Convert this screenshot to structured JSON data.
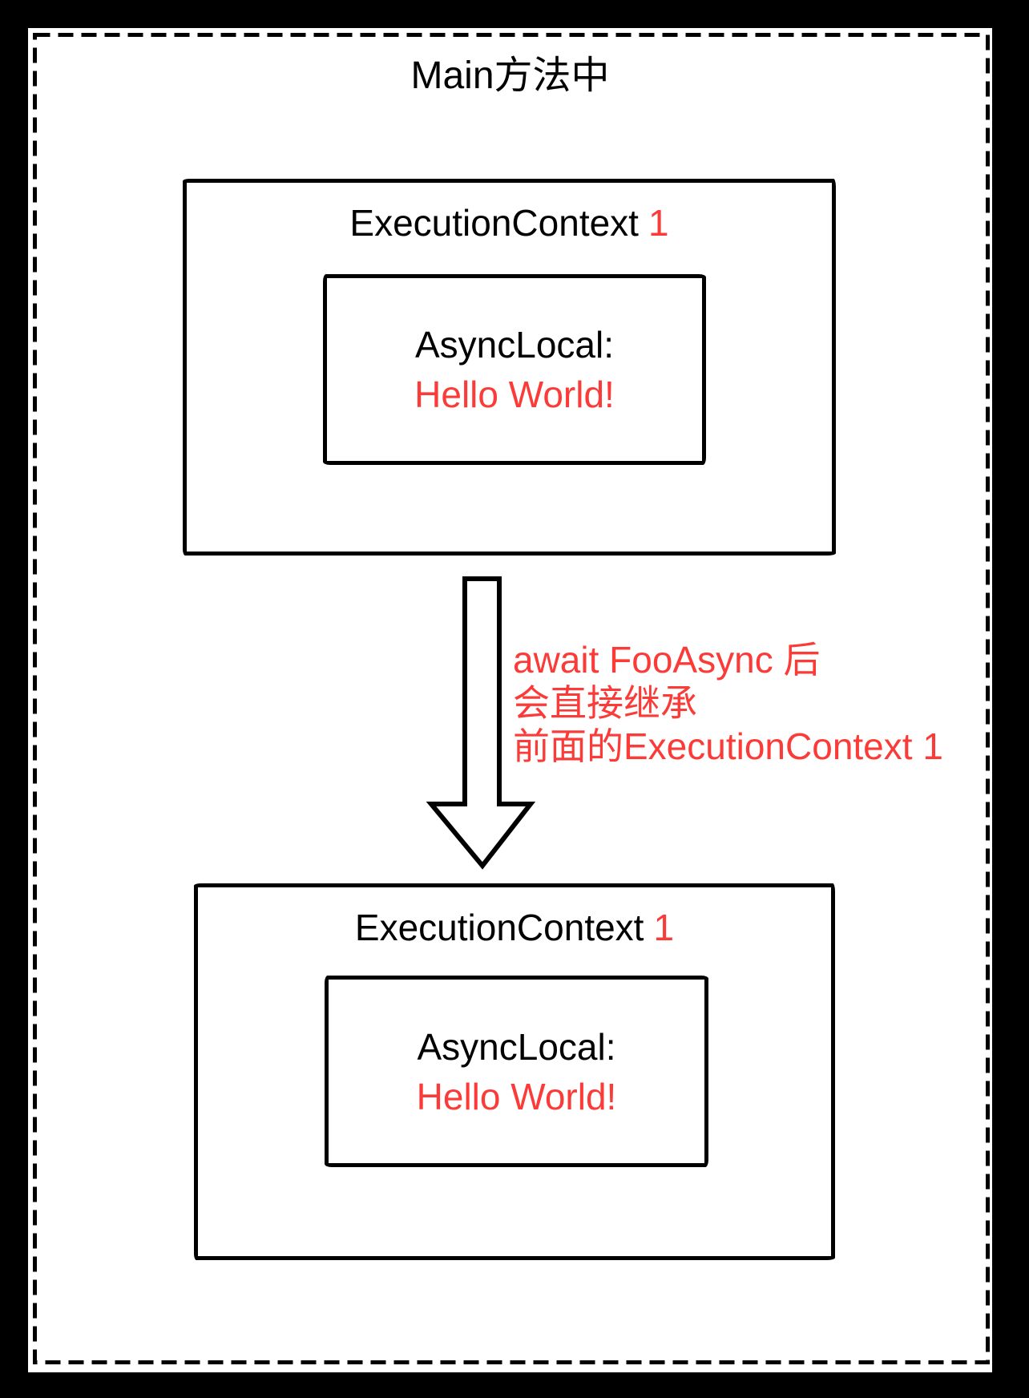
{
  "page": {
    "title": "Main方法中",
    "colors": {
      "background": "#000000",
      "paper": "#ffffff",
      "line": "#000000",
      "accent_red": "#fb3b38"
    }
  },
  "boxes": [
    {
      "label_text": "ExecutionContext",
      "label_number": "1",
      "inner_title": "AsyncLocal:",
      "inner_value": "Hello World!"
    },
    {
      "label_text": "ExecutionContext",
      "label_number": "1",
      "inner_title": "AsyncLocal:",
      "inner_value": "Hello World!"
    }
  ],
  "arrow": {
    "annotation_lines": [
      "await FooAsync 后",
      "会直接继承",
      "前面的ExecutionContext 1"
    ]
  }
}
